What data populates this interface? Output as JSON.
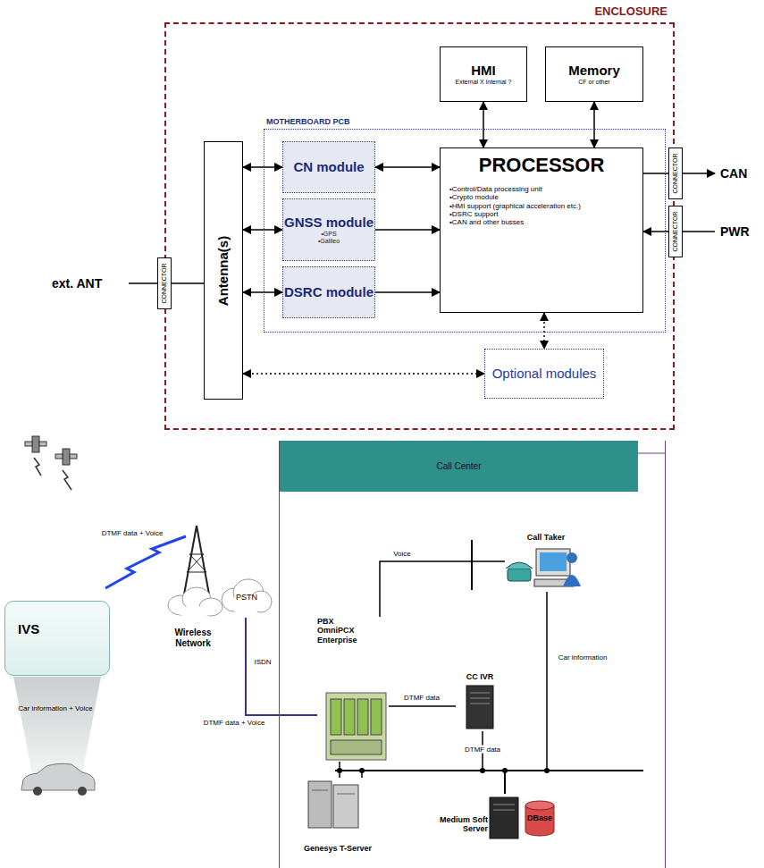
{
  "diagram": {
    "nodes": [
      {
        "text": [
          "ENCLOSURE"
        ]
      },
      {
        "text": [
          "HMI",
          "External X internal ?"
        ],
        "in": 0
      },
      {
        "text": [
          "Memory",
          "CF or other"
        ],
        "in": 0
      },
      {
        "text": [
          "MOTHERBOARD PCB"
        ],
        "in": 0
      },
      {
        "text": [
          "Antenna(s)"
        ],
        "in": 0
      },
      {
        "text": [
          "CN module"
        ],
        "in": 3
      },
      {
        "text": [
          "GNSS module",
          "•GPS",
          "•Galileo"
        ],
        "in": 3
      },
      {
        "text": [
          "DSRC module"
        ],
        "in": 3
      },
      {
        "text": [
          "PROCESSOR",
          "•Control/Data processing unit",
          "•Crypto module",
          "•HMI support (graphical acceleration etc.)",
          "•DSRC support",
          "•CAN and other busses"
        ],
        "in": 3
      },
      {
        "text": [
          "Optional modules"
        ],
        "in": 0
      },
      {
        "text": [
          "CONNECTOR"
        ]
      },
      {
        "text": [
          "CONNECTOR"
        ]
      },
      {
        "text": [
          "CONNECTOR"
        ]
      },
      {
        "text": [
          "IVS"
        ]
      },
      {
        "text": [
          "Wireless Network"
        ]
      },
      {
        "text": [
          "PSTN"
        ]
      },
      {
        "text": [
          "Call Center"
        ]
      },
      {
        "text": [
          "Call Taker"
        ],
        "in": 16
      },
      {
        "text": [
          "PBX OmniPCX Enterprise"
        ],
        "in": 16
      },
      {
        "text": [
          "CC IVR"
        ],
        "in": 16
      },
      {
        "text": [
          "Genesys T-Server"
        ],
        "in": 16
      },
      {
        "text": [
          "Medium Soft Server"
        ],
        "in": 16
      },
      {
        "text": [
          "DBase"
        ],
        "in": 16
      }
    ],
    "edges": [
      {
        "from": 1,
        "to": 8,
        "arrow": "both"
      },
      {
        "from": 2,
        "to": 8,
        "arrow": "both"
      },
      {
        "from": 4,
        "to": 5,
        "arrow": "both"
      },
      {
        "from": 4,
        "to": 6,
        "arrow": "both"
      },
      {
        "from": 4,
        "to": 7,
        "arrow": "both"
      },
      {
        "from": 5,
        "to": 8,
        "arrow": "both"
      },
      {
        "from": 6,
        "to": 8,
        "arrow": "to"
      },
      {
        "from": 7,
        "to": 8,
        "arrow": "to"
      },
      {
        "from": 8,
        "to": 9,
        "arrow": "both"
      },
      {
        "from": 4,
        "to": 9,
        "arrow": "both"
      },
      {
        "from": 10,
        "to": 4,
        "arrow": "none"
      },
      {
        "from": 8,
        "to": 11,
        "arrow": "none"
      },
      {
        "from": 12,
        "to": 8,
        "arrow": "to"
      },
      {
        "from": 15,
        "to": 18,
        "label": "ISDN",
        "arrow": "none"
      },
      {
        "from": 18,
        "to": 17,
        "label": "Voice",
        "arrow": "none"
      },
      {
        "from": 18,
        "to": 19,
        "label": "DTMF data",
        "arrow": "none"
      },
      {
        "from": 19,
        "to": 21,
        "label": "DTMF data",
        "arrow": "none"
      },
      {
        "from": 17,
        "to": 21,
        "label": "Car information",
        "arrow": "none"
      },
      {
        "from": 20,
        "to": 21,
        "arrow": "none"
      },
      {
        "from": 18,
        "to": 20,
        "arrow": "none"
      }
    ],
    "labels": [
      "ext. ANT",
      "CAN",
      "PWR",
      "DTMF data + Voice",
      "Car information + Voice",
      "DTMF data + Voice"
    ]
  }
}
